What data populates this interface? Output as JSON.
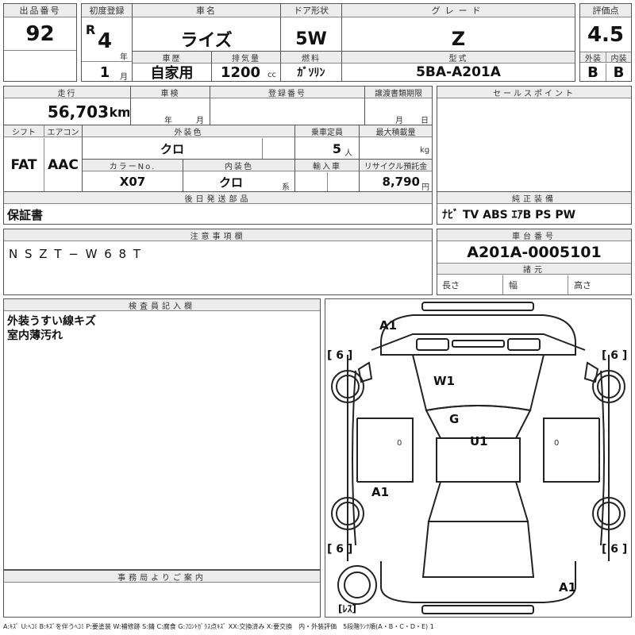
{
  "lot": {
    "label": "出品番号",
    "value": "92"
  },
  "first_reg": {
    "label": "初度登録",
    "era": "R",
    "year": "4",
    "year_unit": "年",
    "month": "1",
    "month_unit": "月"
  },
  "car_name": {
    "label": "車名",
    "value": "ライズ"
  },
  "doors": {
    "label": "ドア形状",
    "value": "5W"
  },
  "grade": {
    "label": "グレード",
    "value": "Z"
  },
  "score": {
    "label": "評価点",
    "value": "4.5",
    "ext_label": "外装",
    "int_label": "内装",
    "ext": "B",
    "int": "B"
  },
  "history": {
    "label": "車歴",
    "value": "自家用"
  },
  "displacement": {
    "label": "排気量",
    "value": "1200",
    "unit": "cc"
  },
  "fuel": {
    "label": "燃料",
    "value": "ｶﾞｿﾘﾝ"
  },
  "model": {
    "label": "型式",
    "value": "5BA-A201A"
  },
  "mileage": {
    "label": "走行",
    "value": "56,703",
    "unit": "km"
  },
  "inspection": {
    "label": "車検",
    "year_unit": "年",
    "month_unit": "月"
  },
  "reg_no": {
    "label": "登録番号"
  },
  "transfer_deadline": {
    "label": "譲渡書類期限",
    "month_unit": "月",
    "day_unit": "日"
  },
  "sales_points": {
    "label": "セールスポイント"
  },
  "shift": {
    "label": "シフト",
    "value": "FAT"
  },
  "aircon": {
    "label": "エアコン",
    "value": "AAC"
  },
  "exterior_color": {
    "label": "外装色",
    "value": "クロ"
  },
  "capacity": {
    "label": "乗車定員",
    "value": "5",
    "unit": "人"
  },
  "max_load": {
    "label": "最大積載量",
    "unit": "kg"
  },
  "color_no": {
    "label": "カラーNo.",
    "value": "X07"
  },
  "interior_color": {
    "label": "内装色",
    "value": "クロ",
    "suffix": "系"
  },
  "import": {
    "label": "輸入車"
  },
  "recycle": {
    "label": "リサイクル預託金",
    "value": "8,790",
    "unit": "円"
  },
  "later_parts": {
    "label": "後日発送部品",
    "value": "保証書"
  },
  "equipment": {
    "label": "純正装備",
    "value": "ﾅﾋﾞ TV ABS ｴｱB PS PW"
  },
  "notes": {
    "label": "注意事項欄",
    "value": "N S Z T − W 6 8 T"
  },
  "chassis": {
    "label": "車台番号",
    "value": "A201A-0005101"
  },
  "specs": {
    "label": "諸元",
    "length": "長さ",
    "width": "幅",
    "height": "高さ"
  },
  "inspector": {
    "label": "検査員記入欄",
    "line1": "外装うすい線キズ",
    "line2": "室内薄汚れ"
  },
  "office": {
    "label": "事務局よりご案内"
  },
  "diagram": {
    "marks": {
      "a1_top": "A1",
      "w1": "W1",
      "g": "G",
      "u1": "U1",
      "a1_left": "A1",
      "a1_bottom": "A1",
      "rear_left": "[ 6 ]",
      "rear_right": "[ 6 ]",
      "front_left": "[ 6 ]",
      "front_right": "[ 6 ]",
      "les": "[ﾚｽ]",
      "zero": "0"
    }
  },
  "legend": "A:ｷｽﾞ U:ﾍｺﾐ B:ｷｽﾞを伴うﾍｺﾐ P:要塗装 W:補修跡 S:錆 C:腐食 G:ﾌﾛﾝﾄｶﾞﾗｽ点ｷｽﾞ XX:交換済み X:要交換　内・外装評価　5段階ﾗﾝｸ順(A・B・C・D・E) 1"
}
